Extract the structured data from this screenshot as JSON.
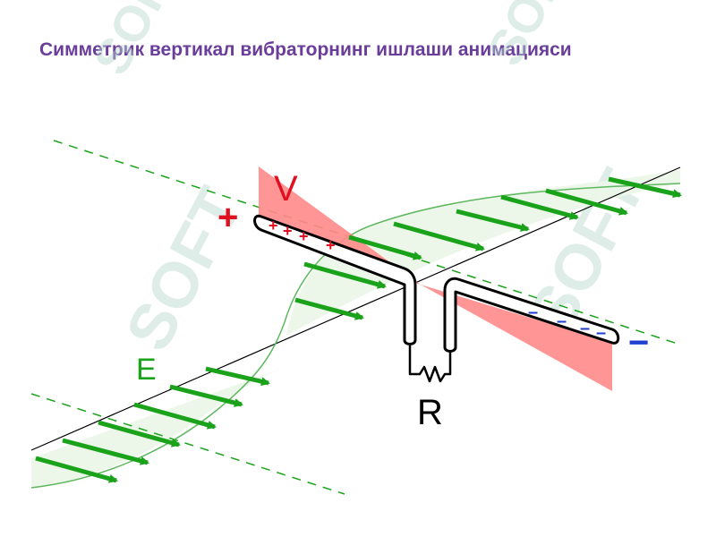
{
  "title": "Симметрик вертикал вибраторнинг ишлаши анимацияси",
  "labels": {
    "voltage": "V",
    "electric_field": "E",
    "resistor": "R",
    "plus_sign": "+",
    "minus_sign": "−",
    "small_plus": "+",
    "small_minus": "–"
  },
  "watermark": "SOFT",
  "colors": {
    "title": "#6a3d9a",
    "field": "#1aa31a",
    "field_fill": "#eaf6e8",
    "voltage_fill": "#ff8a8a",
    "positive": "#e01020",
    "negative": "#1e3fd0",
    "dipole": "#000000"
  }
}
